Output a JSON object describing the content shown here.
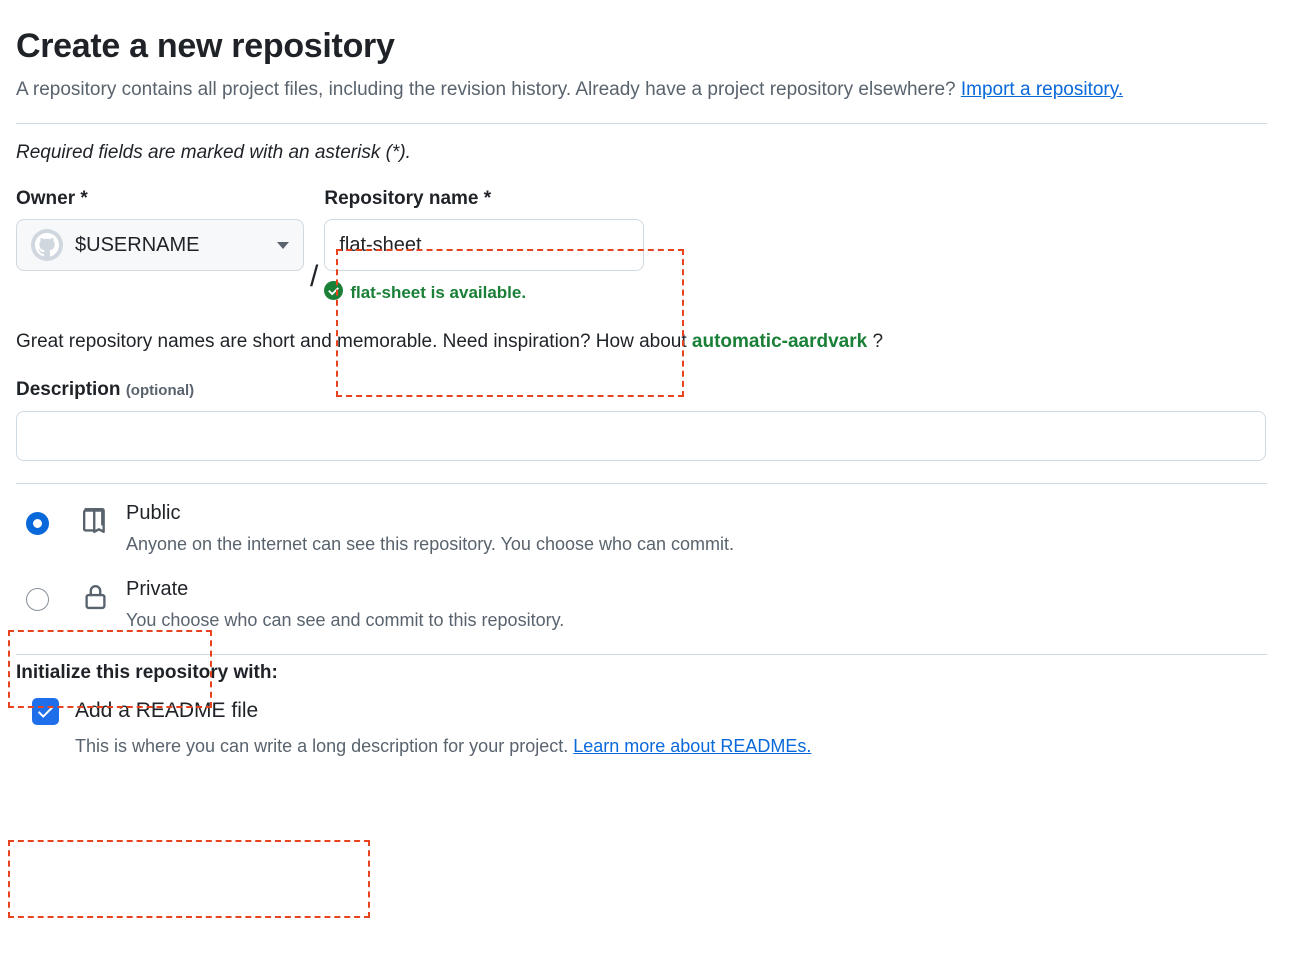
{
  "header": {
    "title": "Create a new repository",
    "description_part1": "A repository contains all project files, including the revision history. Already have a project repository elsewhere? ",
    "import_link": "Import a repository.",
    "required_note": "Required fields are marked with an asterisk (*)."
  },
  "owner": {
    "label": "Owner *",
    "value": "$USERNAME",
    "avatar_icon": "octocat-avatar-icon",
    "caret_icon": "chevron-down-icon"
  },
  "separator": "/",
  "repository_name": {
    "label": "Repository name *",
    "value": "flat-sheet",
    "placeholder": "",
    "availability_icon": "check-circle-icon",
    "availability_message": "flat-sheet is available.",
    "availability_color": "#1a7f37"
  },
  "suggestion": {
    "text_before": "Great repository names are short and memorable. Need inspiration? How about ",
    "name": "automatic-aardvark",
    "text_after": " ?"
  },
  "description": {
    "label": "Description",
    "optional_tag": "(optional)",
    "value": "",
    "placeholder": ""
  },
  "visibility": {
    "options": [
      {
        "id": "public",
        "title": "Public",
        "description": "Anyone on the internet can see this repository. You choose who can commit.",
        "icon": "book-icon",
        "selected": true
      },
      {
        "id": "private",
        "title": "Private",
        "description": "You choose who can see and commit to this repository.",
        "icon": "lock-icon",
        "selected": false
      }
    ]
  },
  "initialize": {
    "title": "Initialize this repository with:",
    "readme_label": "Add a README file",
    "readme_checked": true,
    "readme_sub_text": "This is where you can write a long description for your project. ",
    "readme_link": "Learn more about READMEs."
  },
  "colors": {
    "accent_blue": "#0969da",
    "success_green": "#1a7f37",
    "annotation_orange": "#e8431f",
    "checkbox_blue": "#1f6feb",
    "muted_text": "#59636e",
    "border": "#d1d9e0"
  },
  "annotations": [
    {
      "name": "repository-name-highlight"
    },
    {
      "name": "public-option-highlight"
    },
    {
      "name": "initialize-section-highlight"
    }
  ]
}
